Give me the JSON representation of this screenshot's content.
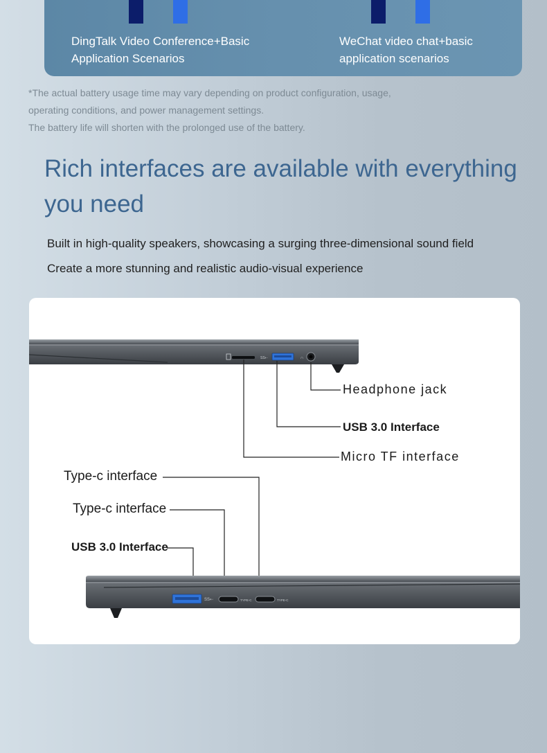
{
  "scenarios": [
    {
      "line1": "DingTalk Video Conference+Basic",
      "line2": "Application Scenarios"
    },
    {
      "line1": "WeChat video chat+basic",
      "line2": "application scenarios"
    }
  ],
  "battery_note": [
    "*The actual battery usage time may vary depending on product configuration, usage,",
    "operating conditions, and power management settings.",
    "The battery life will shorten with the prolonged use of the battery."
  ],
  "headline": "Rich interfaces are available with everything you need",
  "subtext": [
    "Built in high-quality speakers, showcasing a surging three-dimensional sound field",
    "Create a more stunning and realistic audio-visual experience"
  ],
  "right_side_ports": {
    "headphone": "Headphone jack",
    "usb": "USB 3.0 Interface",
    "micro_tf": "Micro TF interface"
  },
  "left_side_ports": {
    "typec_1": "Type-c interface",
    "typec_2": "Type-c interface",
    "usb": "USB 3.0 Interface"
  },
  "port_marks": {
    "ss": "SS⇠",
    "type_c": "TYPE-C"
  },
  "colors": {
    "bar_dark": "#0c1d6a",
    "bar_blue": "#2f6ee6",
    "headline": "#3d6690",
    "usb_blue": "#2f73d9"
  }
}
